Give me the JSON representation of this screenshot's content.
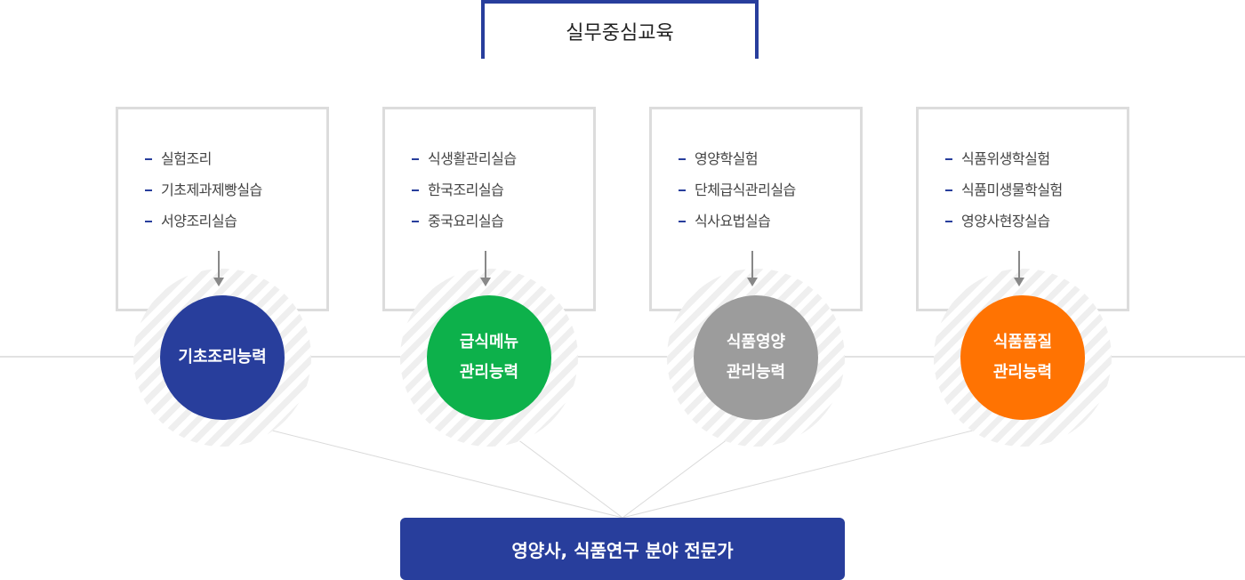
{
  "title": "실무중심교육",
  "columns": [
    {
      "items": [
        "실험조리",
        "기초제과제빵실습",
        "서양조리실습"
      ],
      "ability_lines": [
        "기초조리능력"
      ],
      "color": "#283e9c"
    },
    {
      "items": [
        "식생활관리실습",
        "한국조리실습",
        "중국요리실습"
      ],
      "ability_lines": [
        "급식메뉴",
        "관리능력"
      ],
      "color": "#0db14b"
    },
    {
      "items": [
        "영양학실험",
        "단체급식관리실습",
        "식사요법실습"
      ],
      "ability_lines": [
        "식품영양",
        "관리능력"
      ],
      "color": "#9c9c9c"
    },
    {
      "items": [
        "식품위생학실험",
        "식품미생물학실험",
        "영양사현장실습"
      ],
      "ability_lines": [
        "식품품질",
        "관리능력"
      ],
      "color": "#ff7302"
    }
  ],
  "outcome": "영양사, 식품연구 분야 전문가"
}
